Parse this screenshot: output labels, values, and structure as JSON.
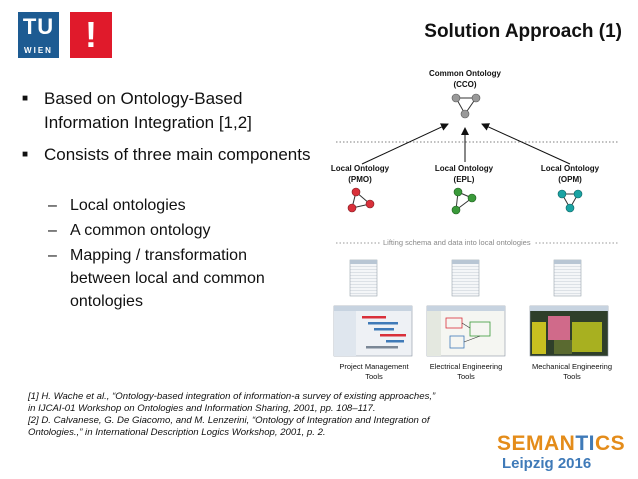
{
  "logo": {
    "tu": "TU",
    "wien": "WIEN",
    "mark": "!"
  },
  "title": "Solution Approach (1)",
  "bullets": [
    {
      "text": "Based on Ontology-Based Information Integration [1,2]"
    },
    {
      "text": "Consists of three main components"
    }
  ],
  "subbullets": [
    "Local ontologies",
    "A common ontology",
    "Mapping / transformation between local and common ontologies"
  ],
  "diagram": {
    "common": {
      "line1": "Common Ontology",
      "line2": "(CCO)"
    },
    "locals": [
      {
        "line1": "Local Ontology",
        "line2": "(PMO)",
        "color": "#d9303a"
      },
      {
        "line1": "Local Ontology",
        "line2": "(EPL)",
        "color": "#3a9a3a"
      },
      {
        "line1": "Local Ontology",
        "line2": "(OPM)",
        "color": "#1aa3a3"
      }
    ],
    "lifting": "Lifting schema and data into local ontologies",
    "tools": [
      {
        "line1": "Project Management",
        "line2": "Tools"
      },
      {
        "line1": "Electrical Engineering",
        "line2": "Tools"
      },
      {
        "line1": "Mechanical Engineering",
        "line2": "Tools"
      }
    ]
  },
  "references": [
    "[1] H. Wache et al., “Ontology-based integration of information-a survey of existing approaches,”",
    "in IJCAI-01 Workshop on Ontologies and Information Sharing, 2001, pp. 108–117.",
    "[2] D. Calvanese, G. De Giacomo, and M. Lenzerini, “Ontology of Integration and Integration of",
    "Ontologies.,” in International Description Logics Workshop, 2001, p. 2."
  ],
  "event": {
    "semantics_a": "SEMAN",
    "semantics_b": "TI",
    "semantics_c": "CS",
    "subtitle": "Leipzig 2016"
  }
}
